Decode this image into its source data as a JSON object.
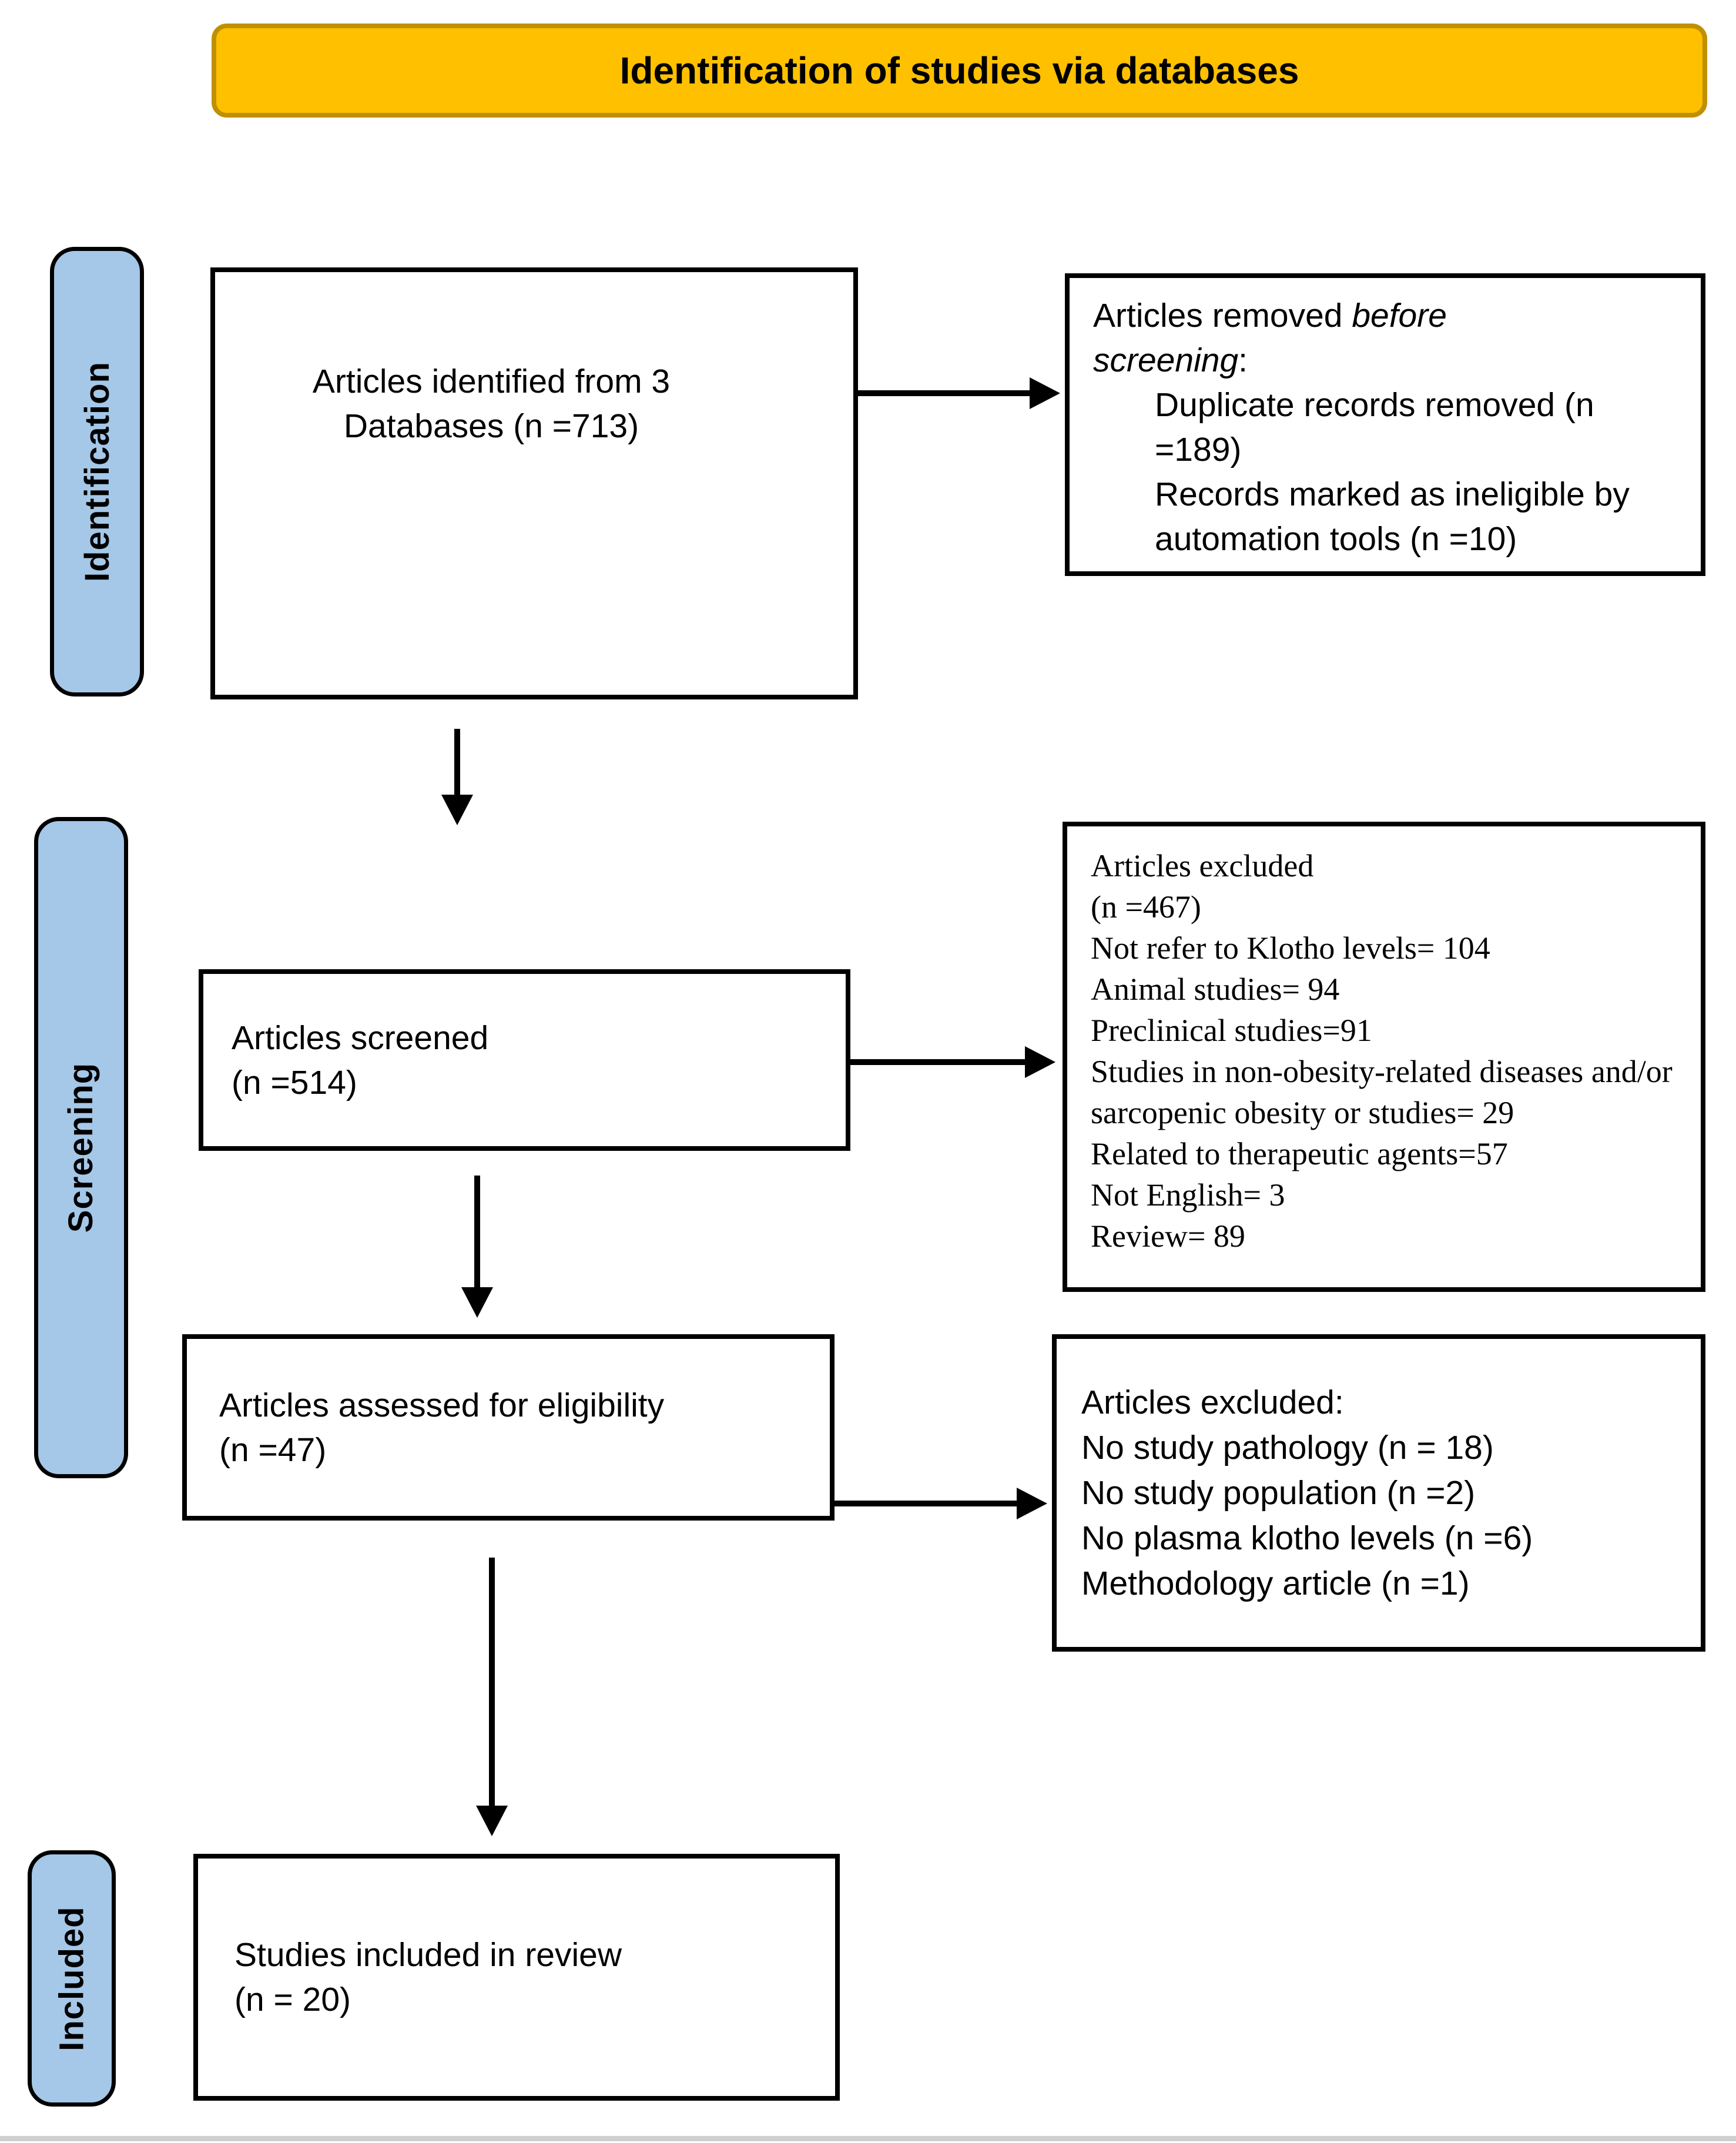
{
  "banner": {
    "title": "Identification of studies via databases"
  },
  "stage_labels": {
    "identification": "Identification",
    "screening": "Screening",
    "included": "Included"
  },
  "flow": {
    "identified": {
      "line1": "Articles identified from 3",
      "line2": "Databases (n =713)"
    },
    "removed_before_screening": {
      "intro_line1_prefix": "Articles removed ",
      "intro_line1_italic": "before",
      "intro_line2_italic": "screening",
      "intro_line2_suffix": ":",
      "items": [
        "Duplicate records removed (n =189)",
        "Records marked as ineligible by automation tools (n =10)"
      ]
    },
    "screened": {
      "line1": "Articles screened",
      "line2": "(n =514)"
    },
    "excluded_screening": {
      "lines": [
        "Articles excluded",
        "(n =467)",
        "Not refer to Klotho levels= 104",
        "Animal studies= 94",
        "Preclinical studies=91",
        "Studies in non-obesity-related diseases and/or sarcopenic obesity or studies= 29",
        "Related to therapeutic agents=57",
        "Not English= 3",
        "Review= 89"
      ]
    },
    "assessed": {
      "line1": "Articles assessed for eligibility",
      "line2": "(n =47)"
    },
    "excluded_eligibility": {
      "lines": [
        "Articles excluded:",
        "No study pathology (n = 18)",
        "No study population (n =2)",
        "No plasma klotho levels (n =6)",
        "Methodology article (n =1)"
      ]
    },
    "included_review": {
      "line1": "Studies included in review",
      "line2": "(n = 20)"
    }
  },
  "colors": {
    "banner_fill": "#FFC000",
    "banner_border": "#BF9000",
    "stage_fill": "#A5C7E8",
    "stroke": "#000000"
  }
}
